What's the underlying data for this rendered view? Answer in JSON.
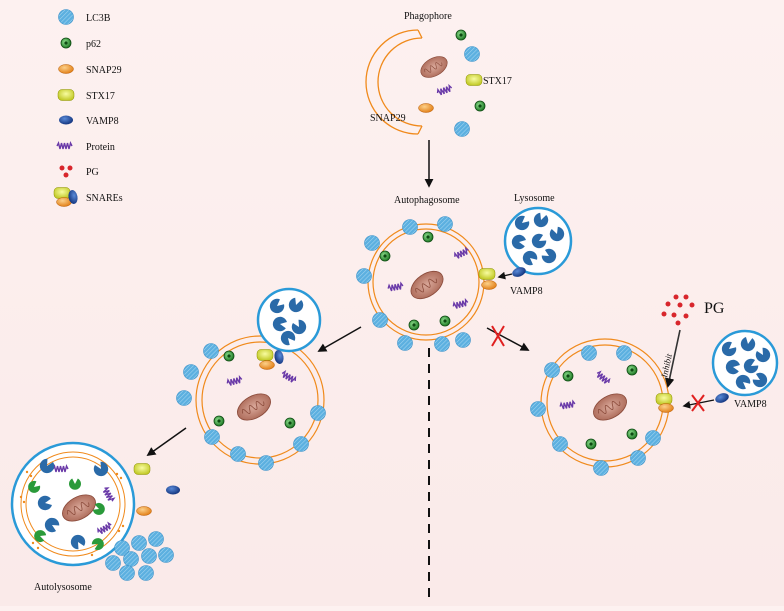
{
  "legend": {
    "items": [
      {
        "icon": "lc3b-icon",
        "label": "LC3B"
      },
      {
        "icon": "p62-icon",
        "label": "p62"
      },
      {
        "icon": "snap29-icon",
        "label": "SNAP29"
      },
      {
        "icon": "stx17-icon",
        "label": "STX17"
      },
      {
        "icon": "vamp8-icon",
        "label": "VAMP8"
      },
      {
        "icon": "protein-icon",
        "label": "Protein"
      },
      {
        "icon": "pg-icon",
        "label": "PG"
      },
      {
        "icon": "snares-icon",
        "label": "SNAREs"
      }
    ]
  },
  "labels": {
    "phagophore": "Phagophore",
    "stx17_phagophore": "STX17",
    "snap29_phagophore": "SNAP29",
    "autophagosome": "Autophagosome",
    "lysosome": "Lysosome",
    "vamp8_top": "VAMP8",
    "pg": "PG",
    "inhibit": "Inhibit",
    "vamp8_right": "VAMP8",
    "autolysosome": "Autolysosome"
  },
  "colors": {
    "lc3b": "#5cb0e0",
    "p62": "#1f8a2a",
    "snap29": "#f08a1c",
    "stx17": "#d8e02a",
    "vamp8": "#1a4fa0",
    "protein": "#6a3aa8",
    "pg": "#d8262c",
    "membrane": "#f08a1c",
    "lysosome": "#2a9ad8",
    "mitochondrion": "#a05a4a",
    "blocked": "#e02020"
  }
}
